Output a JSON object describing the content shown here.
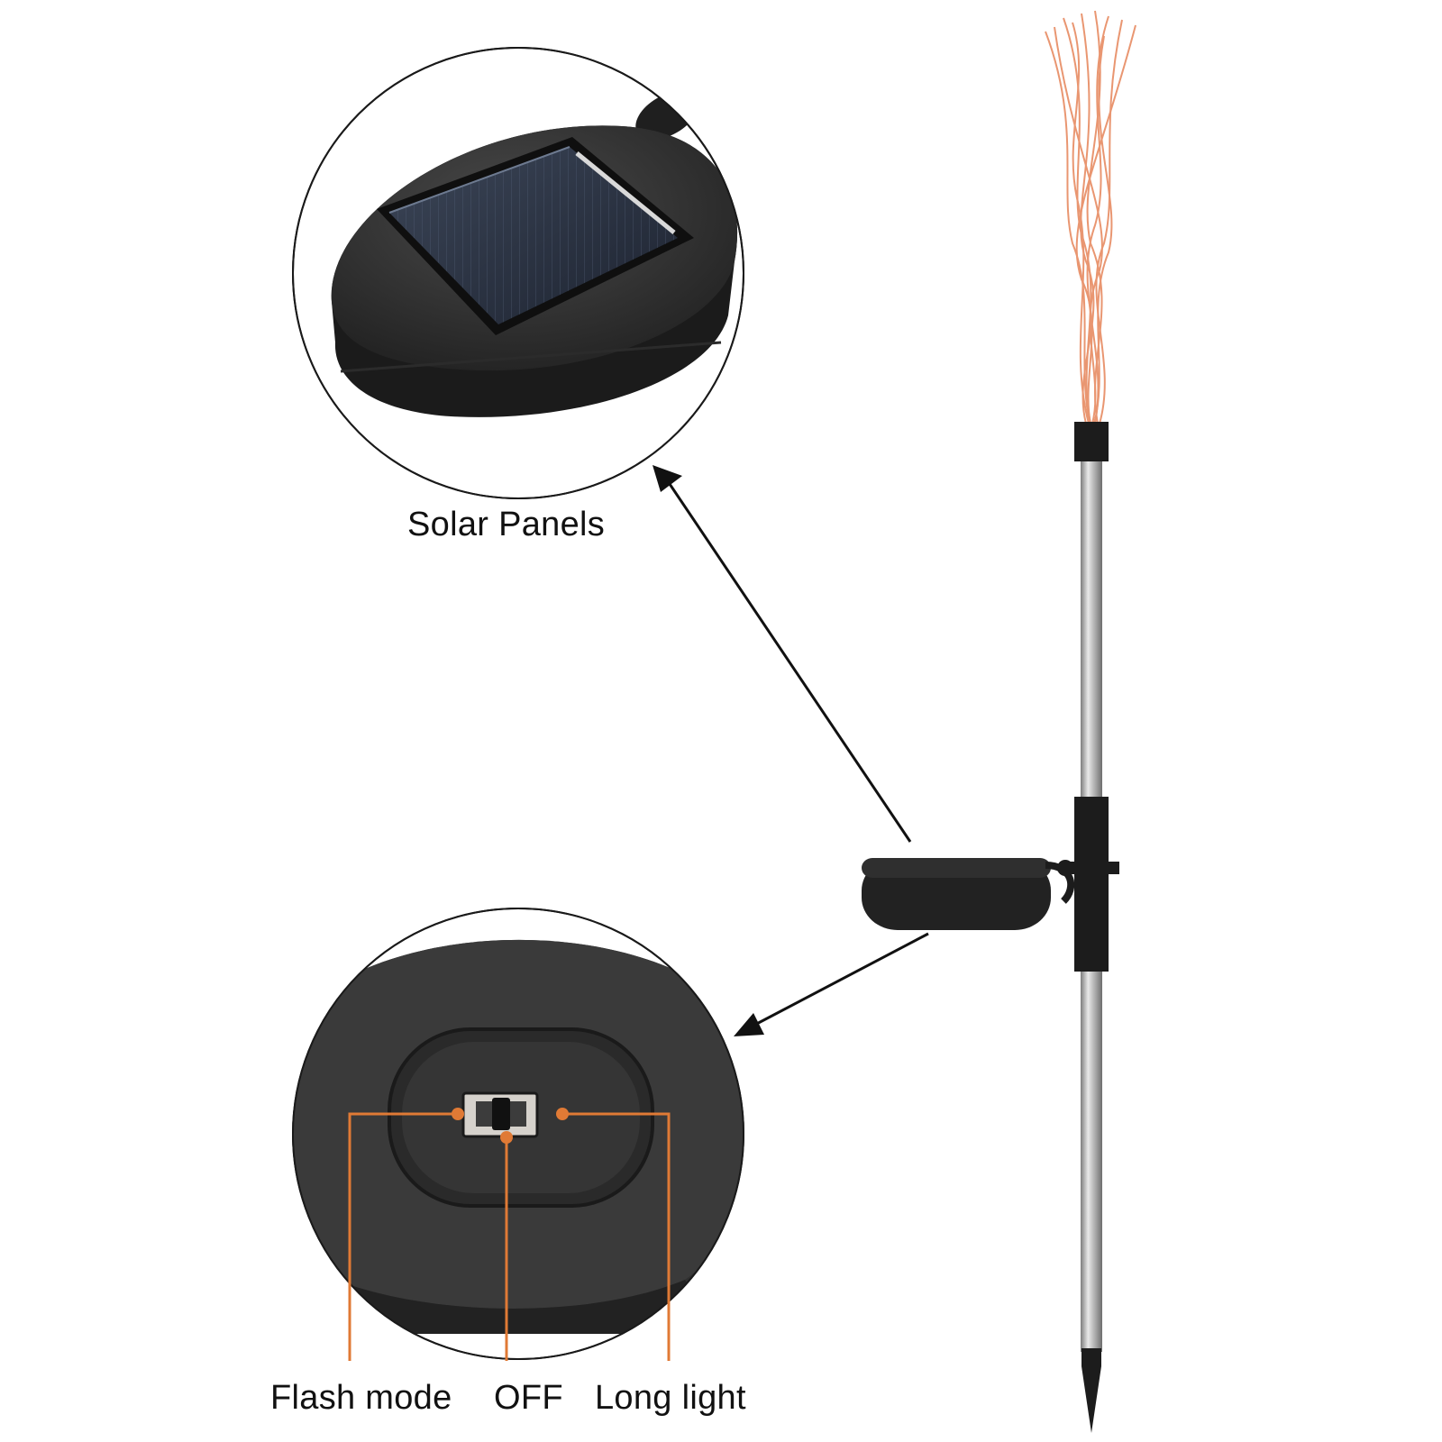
{
  "labels": {
    "solar_panels": "Solar Panels",
    "flash_mode": "Flash mode",
    "off": "OFF",
    "long_light": "Long light"
  },
  "colors": {
    "callout_orange": "#e07a35",
    "tinsel_copper": "#e8916a",
    "housing_black": "#1e1e1e",
    "stake_steel": "#b8b8b8"
  },
  "icons": {
    "top_detail": "solar-panel-detail",
    "bottom_detail": "mode-switch-detail",
    "product": "solar-stake-light"
  }
}
